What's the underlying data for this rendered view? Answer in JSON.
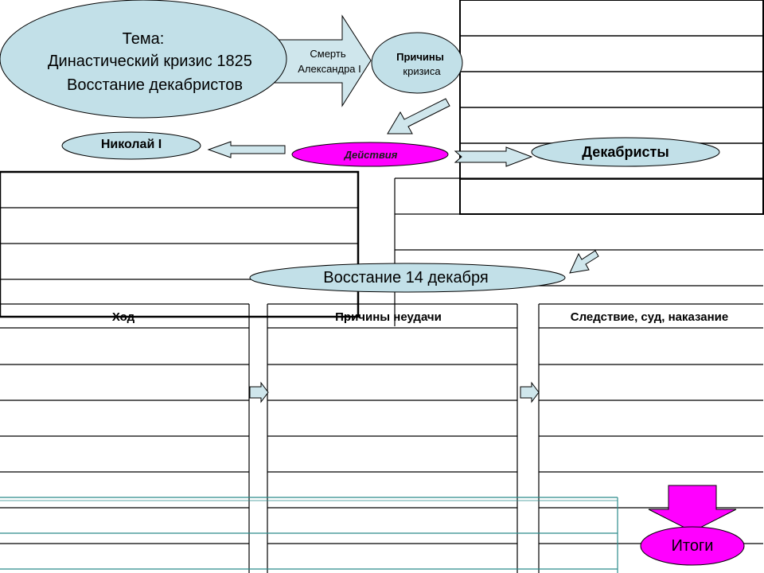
{
  "theme": {
    "line1": "Тема:",
    "line2": "Династический кризис 1825",
    "line3": "Восстание декабристов"
  },
  "death": {
    "line1": "Смерть",
    "line2": "Александра I"
  },
  "causes": {
    "line1": "Причины",
    "line2": "кризиса"
  },
  "nicholas": "Николай I",
  "actions": "Действия",
  "decembrists": "Декабристы",
  "uprising": "Восстание 14 декабря",
  "columns": {
    "course": "Ход",
    "failure": "Причины неудачи",
    "consequence": "Следствие, суд, наказание"
  },
  "results": "Итоги",
  "colors": {
    "ellipse_fill": "#c2e0e8",
    "arrow_fill": "#cfe6ec",
    "actions_fill": "#ff00ff",
    "results_fill": "#ff00ff",
    "teal_grid": "#2a8b8b",
    "black": "#000000"
  }
}
